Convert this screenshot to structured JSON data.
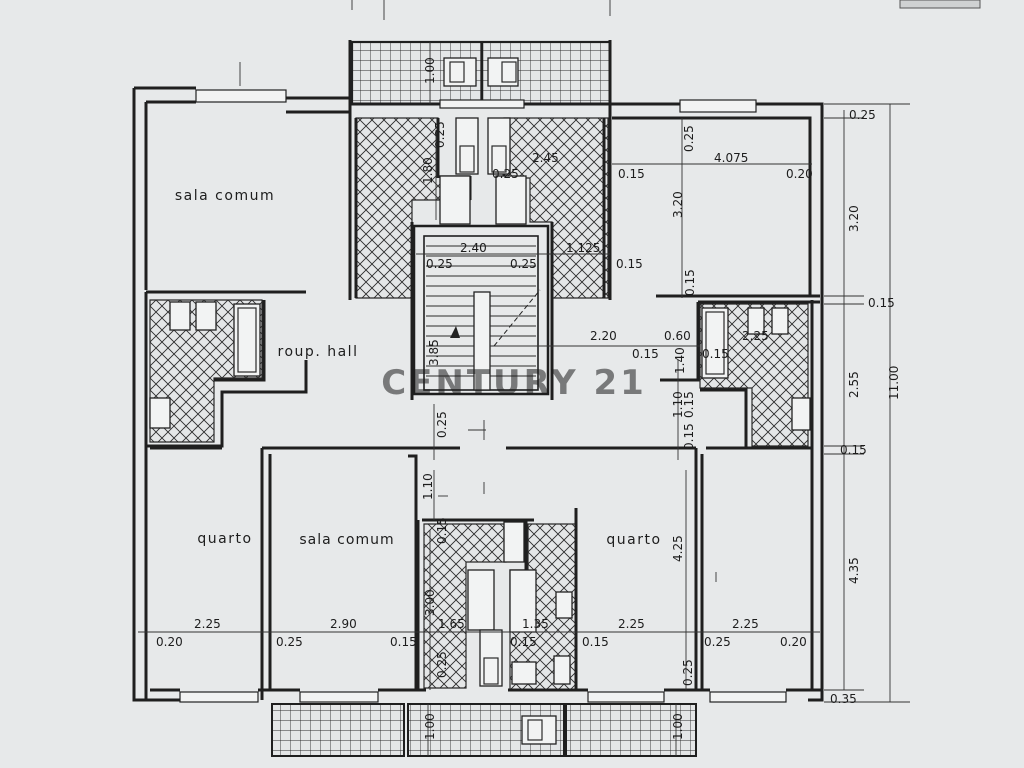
{
  "colors": {
    "paper": "#e7e9ea",
    "ink": "#1f1f1f",
    "watermark": "#d8c68a"
  },
  "watermark": "CENTURY 21",
  "stamp": "",
  "rooms": [
    {
      "id": "sala-nw",
      "label": "sala comum"
    },
    {
      "id": "roup-hall",
      "label": "roup.  hall"
    },
    {
      "id": "quarto-sw",
      "label": "quarto"
    },
    {
      "id": "sala-s",
      "label": "sala comum"
    },
    {
      "id": "quarto-se",
      "label": "quarto"
    }
  ],
  "dimensions": [
    {
      "id": "d-025-tr",
      "text": "0.25"
    },
    {
      "id": "d-025-a",
      "text": "0.25"
    },
    {
      "id": "d-245",
      "text": "2.45"
    },
    {
      "id": "d-4075",
      "text": "4.075"
    },
    {
      "id": "d-180",
      "text": "1.80"
    },
    {
      "id": "d-025-b",
      "text": "0.25"
    },
    {
      "id": "d-025-c",
      "text": "0.25"
    },
    {
      "id": "d-015-a",
      "text": "0.15"
    },
    {
      "id": "d-020-a",
      "text": "0.20"
    },
    {
      "id": "d-320-a",
      "text": "3.20"
    },
    {
      "id": "d-320-r",
      "text": "3.20"
    },
    {
      "id": "d-240",
      "text": "2.40"
    },
    {
      "id": "d-1125",
      "text": "1.125"
    },
    {
      "id": "d-025-d",
      "text": "0.25"
    },
    {
      "id": "d-025-e",
      "text": "0.25"
    },
    {
      "id": "d-015-b",
      "text": "0.15"
    },
    {
      "id": "d-015-c",
      "text": "0.15"
    },
    {
      "id": "d-015-r",
      "text": "0.15"
    },
    {
      "id": "d-385",
      "text": "3.85"
    },
    {
      "id": "d-220",
      "text": "2.20"
    },
    {
      "id": "d-060",
      "text": "0.60"
    },
    {
      "id": "d-225-a",
      "text": "2.25"
    },
    {
      "id": "d-015-d",
      "text": "0.15"
    },
    {
      "id": "d-140",
      "text": "1.40"
    },
    {
      "id": "d-015-e",
      "text": "0.15"
    },
    {
      "id": "d-255",
      "text": "2.55"
    },
    {
      "id": "d-1100",
      "text": "11.00"
    },
    {
      "id": "d-110-a",
      "text": "1.10"
    },
    {
      "id": "d-015-f",
      "text": "0.15"
    },
    {
      "id": "d-015-g",
      "text": "0.15"
    },
    {
      "id": "d-025-f",
      "text": "0.25"
    },
    {
      "id": "d-015-r2",
      "text": "0.15"
    },
    {
      "id": "d-110-b",
      "text": "1.10"
    },
    {
      "id": "d-015-h",
      "text": "0.15"
    },
    {
      "id": "d-300",
      "text": "3.00"
    },
    {
      "id": "d-425",
      "text": "4.25"
    },
    {
      "id": "d-435",
      "text": "4.35"
    },
    {
      "id": "d-225-b",
      "text": "2.25"
    },
    {
      "id": "d-290",
      "text": "2.90"
    },
    {
      "id": "d-165",
      "text": "1.65"
    },
    {
      "id": "d-135",
      "text": "1.35"
    },
    {
      "id": "d-225-c",
      "text": "2.25"
    },
    {
      "id": "d-225-d",
      "text": "2.25"
    },
    {
      "id": "d-020-b",
      "text": "0.20"
    },
    {
      "id": "d-025-g",
      "text": "0.25"
    },
    {
      "id": "d-015-i",
      "text": "0.15"
    },
    {
      "id": "d-015-j",
      "text": "0.15"
    },
    {
      "id": "d-015-k",
      "text": "0.15"
    },
    {
      "id": "d-025-h",
      "text": "0.25"
    },
    {
      "id": "d-020-c",
      "text": "0.20"
    },
    {
      "id": "d-025-i",
      "text": "0.25"
    },
    {
      "id": "d-025-j",
      "text": "0.25"
    },
    {
      "id": "d-035",
      "text": "0.35"
    },
    {
      "id": "d-100-a",
      "text": "1.00"
    },
    {
      "id": "d-100-b",
      "text": "1.00"
    },
    {
      "id": "d-100-c",
      "text": "1.00"
    }
  ]
}
